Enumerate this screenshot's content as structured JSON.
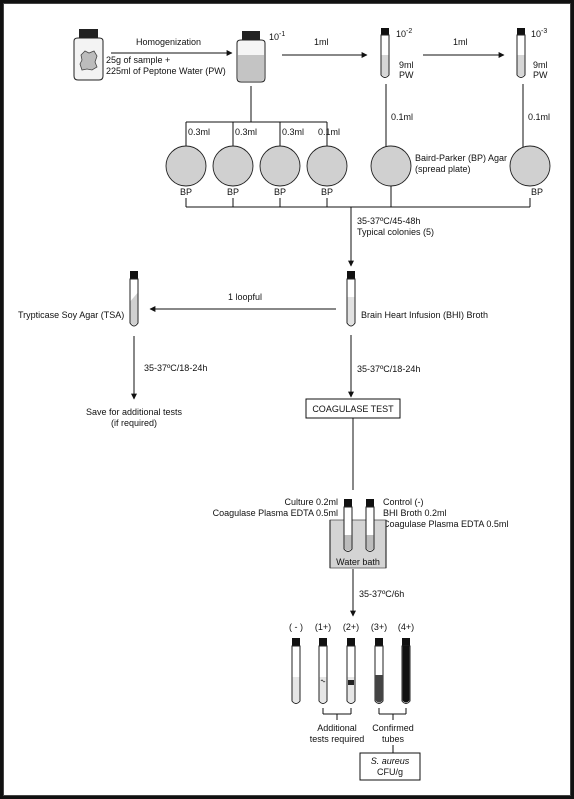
{
  "top": {
    "sample_label_line1": "25g of sample +",
    "sample_label_line2": "225ml of Peptone Water (PW)",
    "homogenization": "Homogenization",
    "dil1": "10",
    "dil1_exp": "-1",
    "transfer1": "1ml",
    "dil2": "10",
    "dil2_exp": "-2",
    "tube2_label_line1": "9ml",
    "tube2_label_line2": "PW",
    "transfer2": "1ml",
    "dil3": "10",
    "dil3_exp": "-3",
    "tube3_label_line1": "9ml",
    "tube3_label_line2": "PW"
  },
  "plating": {
    "volumes": [
      "0.3ml",
      "0.3ml",
      "0.3ml",
      "0.1ml"
    ],
    "vol_dil2": "0.1ml",
    "vol_dil3": "0.1ml",
    "plate_label": "BP",
    "agar_line1": "Baird-Parker (BP) Agar",
    "agar_line2": "(spread plate)"
  },
  "incubation1": {
    "line1": "35-37ºC/45-48h",
    "line2": "Typical colonies (5)"
  },
  "bhi": {
    "transfer": "1 loopful",
    "tsa_label": "Trypticase Soy Agar (TSA)",
    "bhi_label": "Brain Heart Infusion (BHI) Broth",
    "tsa_incubation": "35-37ºC/18-24h",
    "save_line1": "Save for additional tests",
    "save_line2": "(if required)",
    "bhi_incubation": "35-37ºC/18-24h"
  },
  "coagulase": {
    "title": "COAGULASE TEST",
    "culture_line1": "Culture 0.2ml",
    "culture_line2": "Coagulase Plasma EDTA  0.5ml",
    "control_line1": "Control (-)",
    "control_line2": "BHI Broth 0.2ml",
    "control_line3": "Coagulase Plasma EDTA 0.5ml",
    "water_bath": "Water bath",
    "incubation": "35-37ºC/6h"
  },
  "results": {
    "grades": [
      "( - )",
      "(1+)",
      "(2+)",
      "(3+)",
      "(4+)"
    ],
    "additional_line1": "Additional",
    "additional_line2": "tests required",
    "confirmed_line1": "Confirmed",
    "confirmed_line2": "tubes",
    "final_line1": "S. aureus",
    "final_line2": "CFU/g"
  }
}
